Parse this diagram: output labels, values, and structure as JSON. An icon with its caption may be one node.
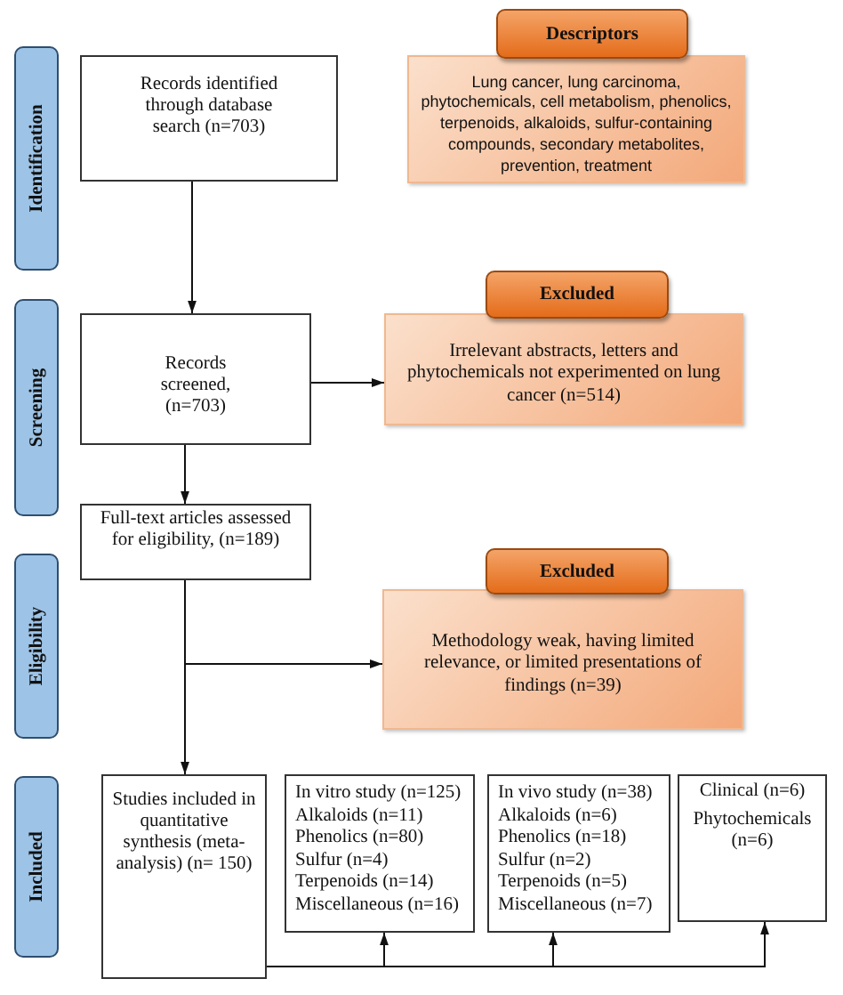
{
  "diagram": {
    "nodes": [
      {
        "text": [
          "Identification"
        ]
      },
      {
        "text": [
          "Records identified through database search (n=703)"
        ]
      },
      {
        "text": [
          "Descriptors",
          "Lung cancer, lung carcinoma, phytochemicals, cell metabolism, phenolics, terpenoids, alkaloids, sulfur-containing compounds, secondary metabolites, prevention, treatment"
        ]
      },
      {
        "text": [
          "Screening"
        ]
      },
      {
        "text": [
          "Records screened, (n=703)"
        ]
      },
      {
        "text": [
          "Excluded",
          "Irrelevant abstracts, letters and phytochemicals not experimented on lung cancer (n=514)"
        ]
      },
      {
        "text": [
          "Full-text articles assessed for eligibility, (n=189)"
        ]
      },
      {
        "text": [
          "Eligibility"
        ]
      },
      {
        "text": [
          "Excluded",
          "Methodology weak, having limited relevance, or limited presentations of findings (n=39)"
        ]
      },
      {
        "text": [
          "Included"
        ]
      },
      {
        "text": [
          "Studies included in quantitative synthesis (meta-analysis) (n= 150)"
        ]
      },
      {
        "text": [
          "In vitro study (n=125)",
          "Alkaloids (n=11)",
          "Phenolics (n=80)",
          "Sulfur (n=4)",
          "Terpenoids (n=14)",
          "Miscellaneous (n=16)"
        ]
      },
      {
        "text": [
          "In vivo study (n=38)",
          "Alkaloids (n=6)",
          "Phenolics (n=18)",
          "Sulfur (n=2)",
          "Terpenoids (n=5)",
          "Miscellaneous (n=7)"
        ]
      },
      {
        "text": [
          "Clinical (n=6)",
          "Phytochemicals (n=6)"
        ]
      }
    ],
    "edges": [
      {
        "from": 1,
        "to": 4,
        "arrow": "to"
      },
      {
        "from": 4,
        "to": 5,
        "arrow": "to"
      },
      {
        "from": 4,
        "to": 6,
        "arrow": "to"
      },
      {
        "from": 6,
        "to": 8,
        "arrow": "to"
      },
      {
        "from": 6,
        "to": 10,
        "arrow": "to"
      },
      {
        "from": 10,
        "to": 11,
        "arrow": "to"
      },
      {
        "from": 10,
        "to": 12,
        "arrow": "to"
      },
      {
        "from": 10,
        "to": 13,
        "arrow": "to"
      }
    ]
  }
}
